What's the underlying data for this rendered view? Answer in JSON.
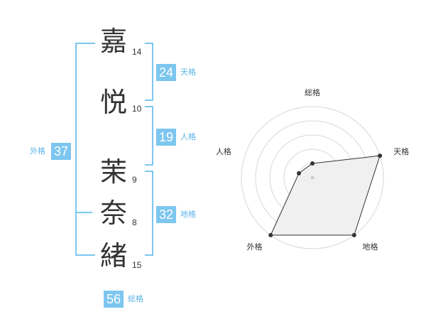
{
  "name_chars": [
    {
      "char": "嘉",
      "strokes": "14"
    },
    {
      "char": "悦",
      "strokes": "10"
    },
    {
      "char": "茉",
      "strokes": "9"
    },
    {
      "char": "奈",
      "strokes": "8"
    },
    {
      "char": "緒",
      "strokes": "15"
    }
  ],
  "kakusu": {
    "tenkaku": {
      "value": "24",
      "label": "天格"
    },
    "jinkaku": {
      "value": "19",
      "label": "人格"
    },
    "chikaku": {
      "value": "32",
      "label": "地格"
    },
    "gaikaku": {
      "value": "37",
      "label": "外格"
    },
    "soukaku": {
      "value": "56",
      "label": "総格"
    }
  },
  "colors": {
    "accent": "#7cc6ef",
    "accent_text": "#5bb4e6",
    "kanji": "#333333",
    "radar_fill": "#f0f0f0"
  },
  "chart_data": {
    "type": "radar",
    "axes": [
      "総格",
      "天格",
      "地格",
      "外格",
      "人格"
    ],
    "values": [
      1,
      5,
      5,
      5,
      1
    ],
    "max": 5,
    "rings": 5
  }
}
